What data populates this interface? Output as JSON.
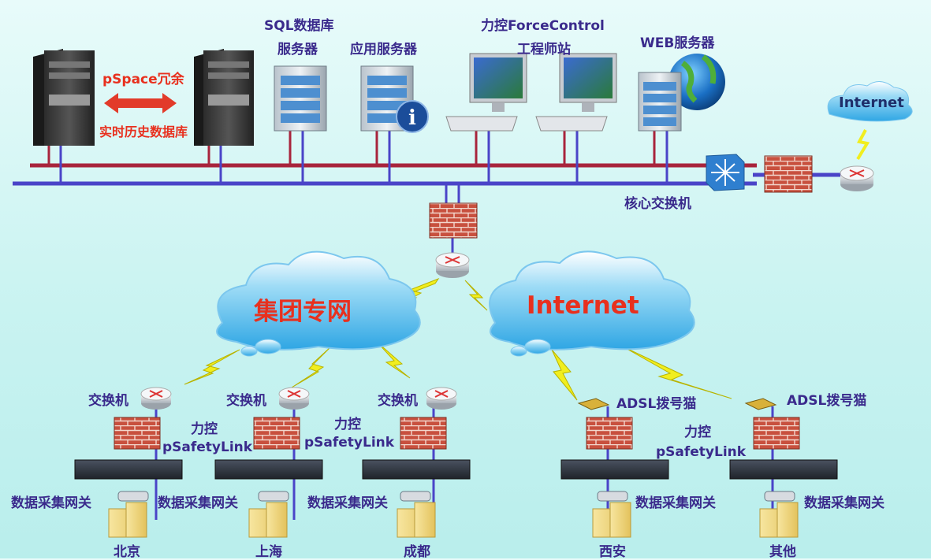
{
  "top": {
    "pspace_label": "pSpace冗余",
    "rtdb_label": "实时历史数据库",
    "sql_line1": "SQL数据库",
    "sql_line2": "服务器",
    "app_server": "应用服务器",
    "fc_line1": "力控ForceControl",
    "fc_line2": "工程师站",
    "web_server": "WEB服务器",
    "internet_small": "Internet",
    "core_switch": "核心交换机"
  },
  "clouds": {
    "group_network": "集团专网",
    "internet_big": "Internet"
  },
  "sites": {
    "switch_label": "交换机",
    "adsl_label": "ADSL拨号猫",
    "psafety_line1": "力控",
    "psafety_line2": "pSafetyLink",
    "gateway_label": "数据采集网关",
    "cities": [
      "北京",
      "上海",
      "成都",
      "西安",
      "其他"
    ]
  },
  "colors": {
    "blue_bus": "#4a44c8",
    "red_bus": "#a8243c",
    "label": "#3a2a8c",
    "accent_red": "#e8301e",
    "lightning": "#f1ee1e"
  }
}
